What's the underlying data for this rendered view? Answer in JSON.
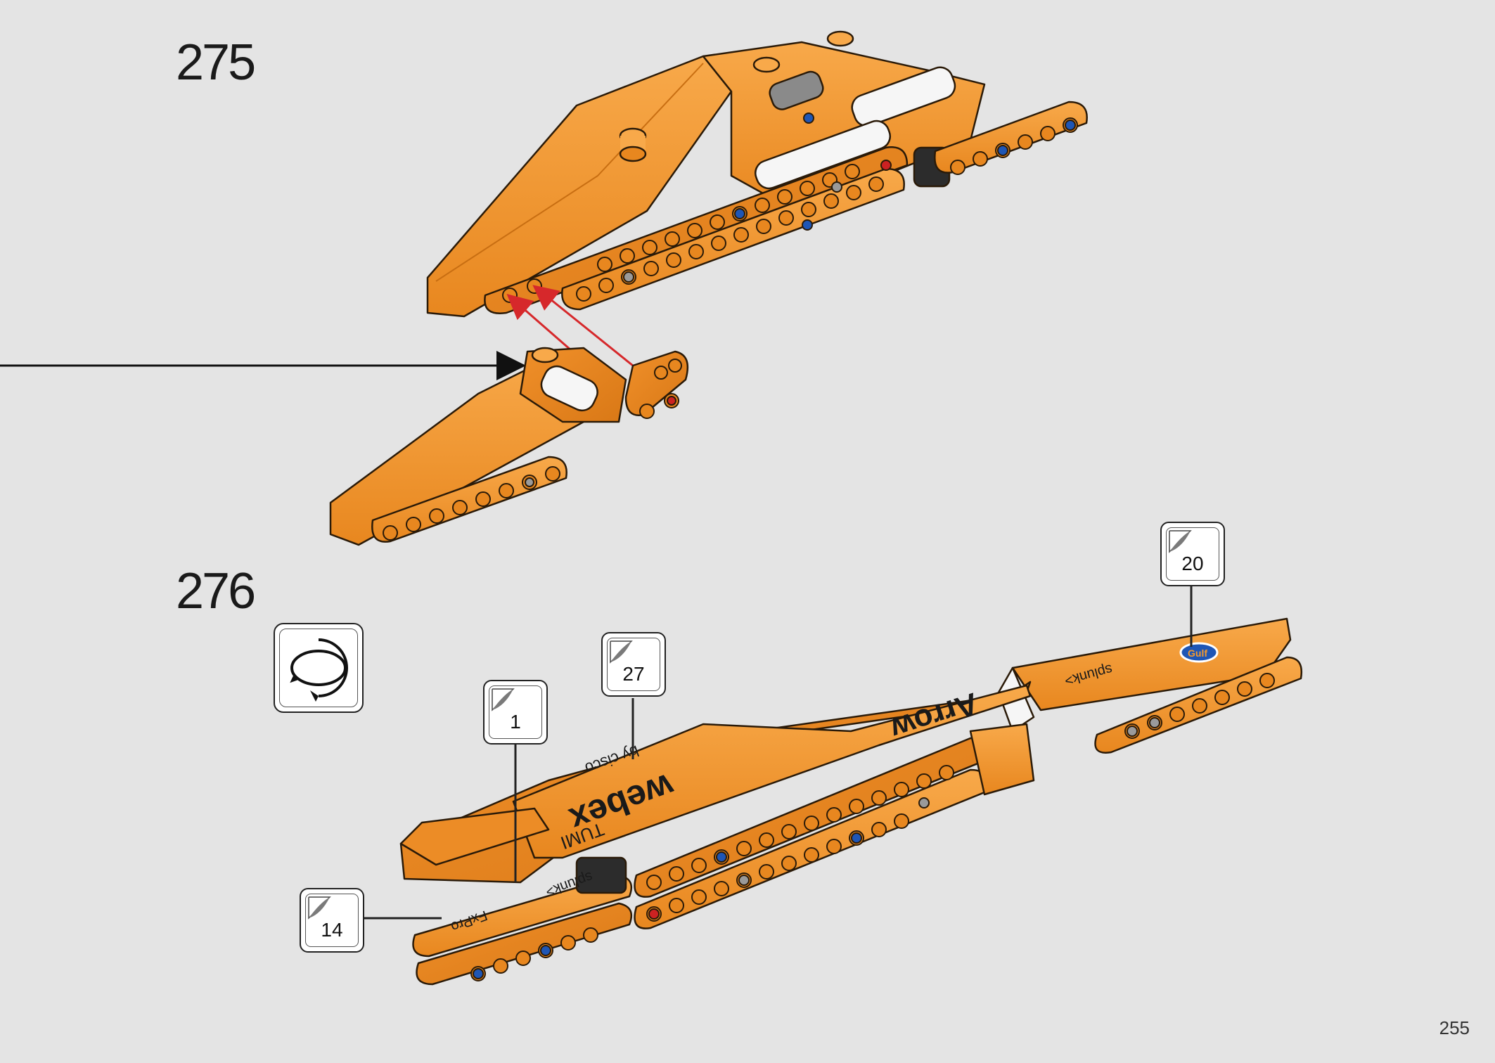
{
  "steps": [
    {
      "number": "275"
    },
    {
      "number": "276"
    }
  ],
  "callouts": [
    {
      "number": "20"
    },
    {
      "number": "27"
    },
    {
      "number": "1"
    },
    {
      "number": "14"
    }
  ],
  "page_number": "255",
  "icons": {
    "rotate": "rotate-model-icon"
  },
  "stickers": {
    "webex": "webex",
    "by_cisco": "by cisco",
    "splunk": "splunk>",
    "arrow": "Arrow",
    "gulf": "Gulf",
    "tumi": "TUMI",
    "fxpro": "FxPro"
  },
  "colors": {
    "part_orange": "#f49a2e",
    "part_orange_dark": "#d4781a",
    "outline": "#2a1a08",
    "arrow_red": "#d6282b",
    "pin_blue": "#1f56b5",
    "pin_red": "#cc2222",
    "background": "#e4e4e4"
  }
}
